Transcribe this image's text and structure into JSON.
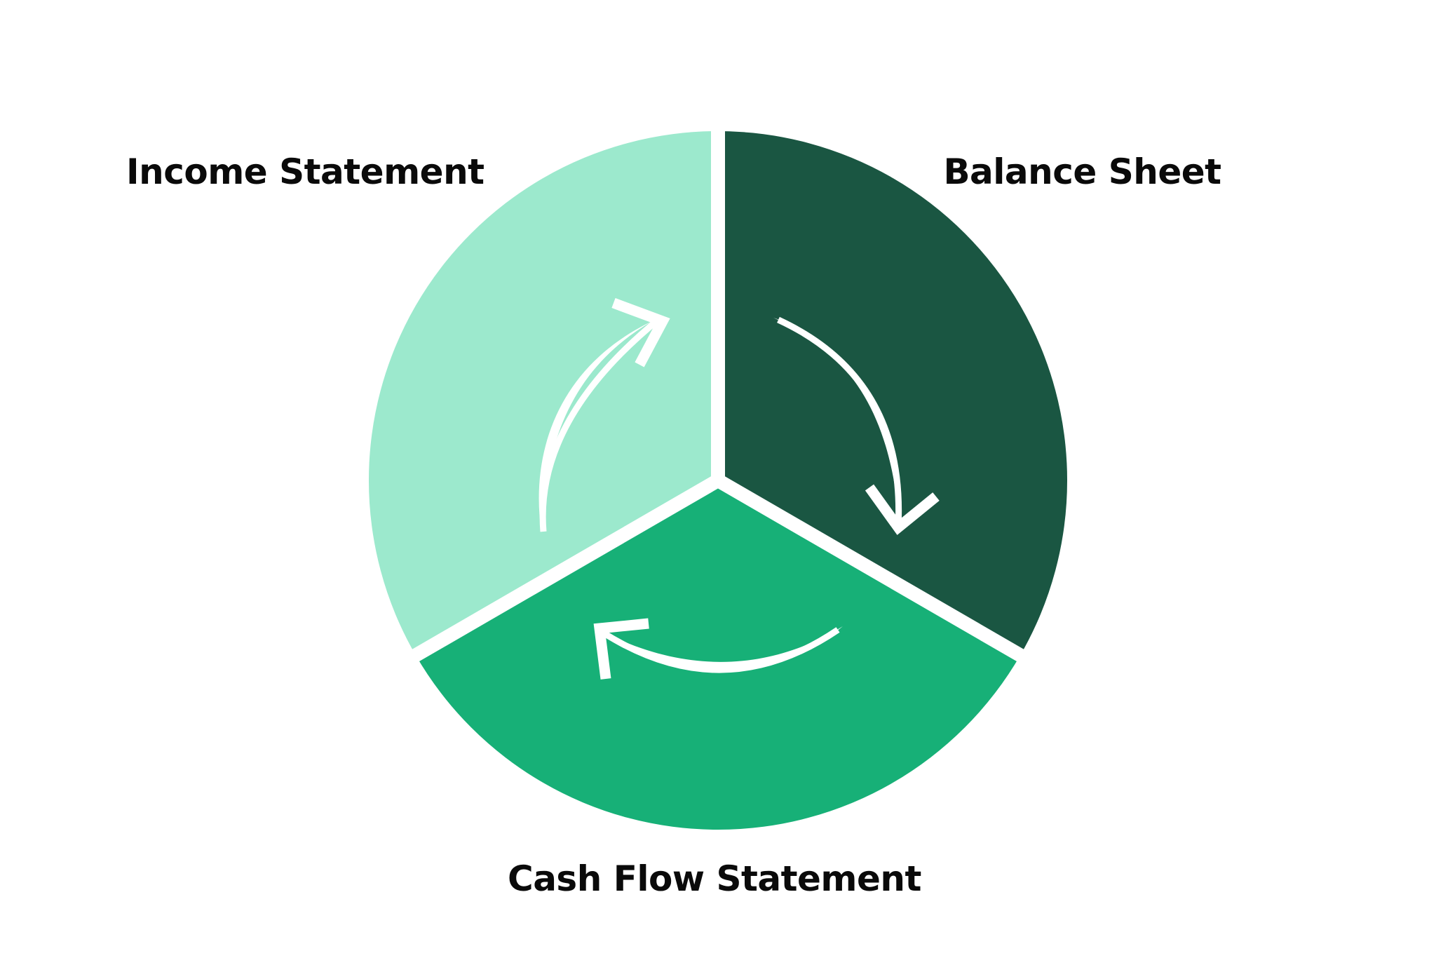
{
  "diagram": {
    "type": "cycle",
    "segments": [
      {
        "id": "income",
        "label": "Income Statement",
        "color": "#9CE9CD",
        "position": "top-left"
      },
      {
        "id": "balance",
        "label": "Balance Sheet",
        "color": "#1A5642",
        "position": "top-right"
      },
      {
        "id": "cash",
        "label": "Cash Flow Statement",
        "color": "#17B077",
        "position": "bottom"
      }
    ],
    "arrows": [
      {
        "from": "income",
        "to": "balance",
        "icon": "curved-arrow-clockwise",
        "color": "#FFFFFF"
      },
      {
        "from": "balance",
        "to": "cash",
        "icon": "curved-arrow-clockwise",
        "color": "#FFFFFF"
      },
      {
        "from": "cash",
        "to": "income",
        "icon": "curved-arrow-clockwise",
        "color": "#FFFFFF"
      }
    ],
    "separator_color": "#FFFFFF",
    "background": "#FFFFFF"
  }
}
